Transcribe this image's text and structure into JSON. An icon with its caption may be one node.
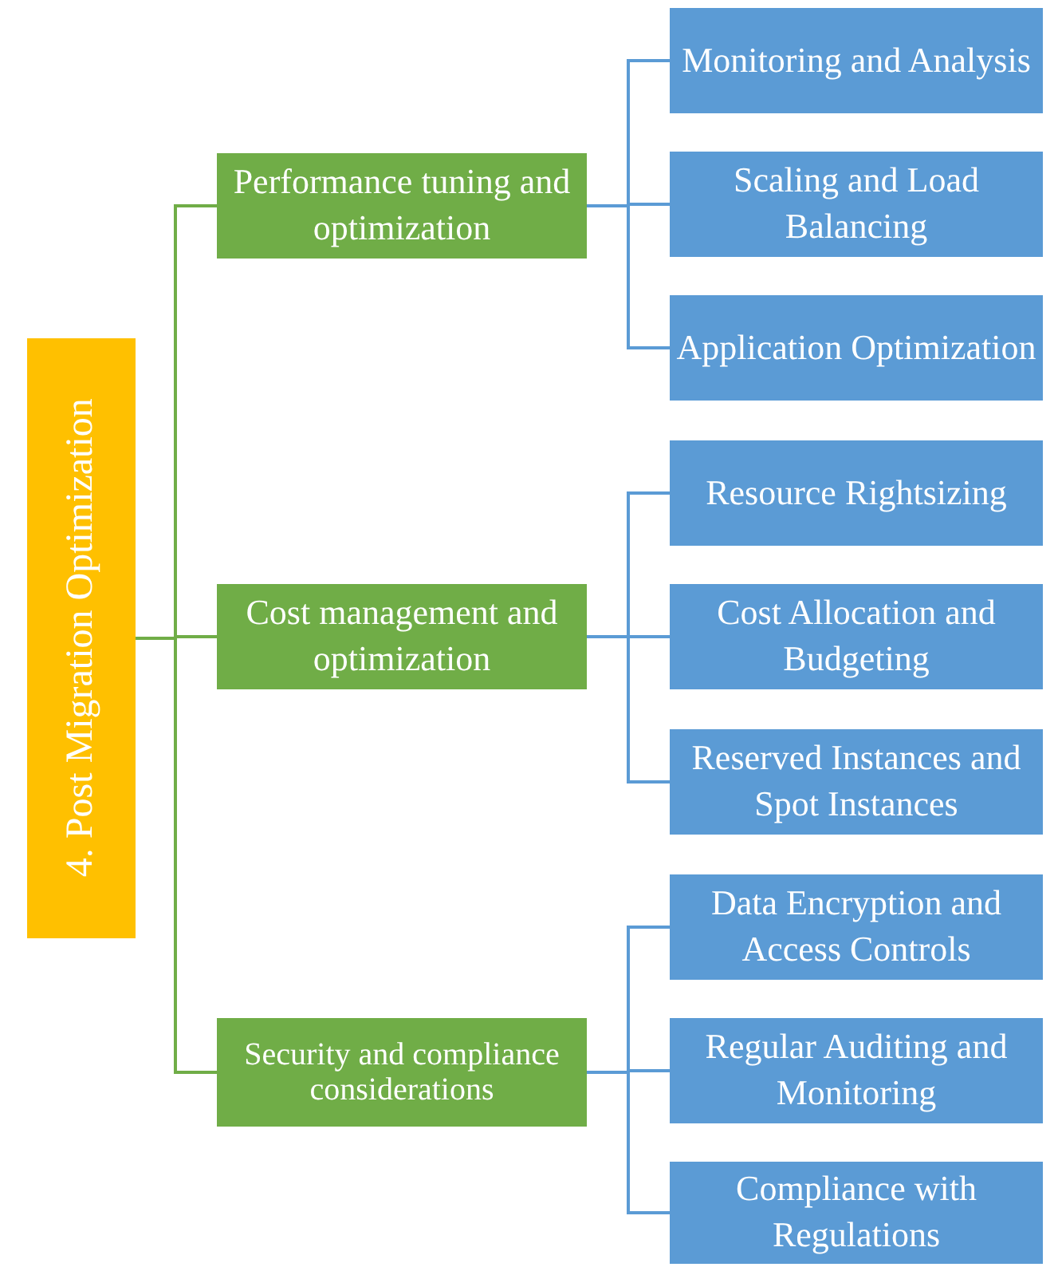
{
  "diagram": {
    "nodes": [
      {
        "text": [
          "4. Post Migration Optimization"
        ]
      },
      {
        "text": [
          "Performance tuning and optimization"
        ]
      },
      {
        "text": [
          "Monitoring and Analysis"
        ]
      },
      {
        "text": [
          "Scaling and Load Balancing"
        ]
      },
      {
        "text": [
          "Application Optimization"
        ]
      },
      {
        "text": [
          "Cost management and optimization"
        ]
      },
      {
        "text": [
          "Resource Rightsizing"
        ]
      },
      {
        "text": [
          "Cost Allocation and Budgeting"
        ]
      },
      {
        "text": [
          "Reserved Instances and Spot Instances"
        ]
      },
      {
        "text": [
          "Security and compliance considerations"
        ]
      },
      {
        "text": [
          "Data Encryption and Access Controls"
        ]
      },
      {
        "text": [
          "Regular Auditing and Monitoring"
        ]
      },
      {
        "text": [
          "Compliance with Regulations"
        ]
      }
    ],
    "edges": [
      {
        "from": 0,
        "to": 1,
        "arrow": "none",
        "color": "#70ad47"
      },
      {
        "from": 0,
        "to": 5,
        "arrow": "none",
        "color": "#70ad47"
      },
      {
        "from": 0,
        "to": 9,
        "arrow": "none",
        "color": "#70ad47"
      },
      {
        "from": 1,
        "to": 2,
        "arrow": "none"
      },
      {
        "from": 1,
        "to": 3,
        "arrow": "none"
      },
      {
        "from": 1,
        "to": 4,
        "arrow": "none"
      },
      {
        "from": 5,
        "to": 6,
        "arrow": "none"
      },
      {
        "from": 5,
        "to": 7,
        "arrow": "none"
      },
      {
        "from": 5,
        "to": 8,
        "arrow": "none"
      },
      {
        "from": 9,
        "to": 10,
        "arrow": "none"
      },
      {
        "from": 9,
        "to": 11,
        "arrow": "none"
      },
      {
        "from": 9,
        "to": 12,
        "arrow": "none"
      }
    ]
  }
}
